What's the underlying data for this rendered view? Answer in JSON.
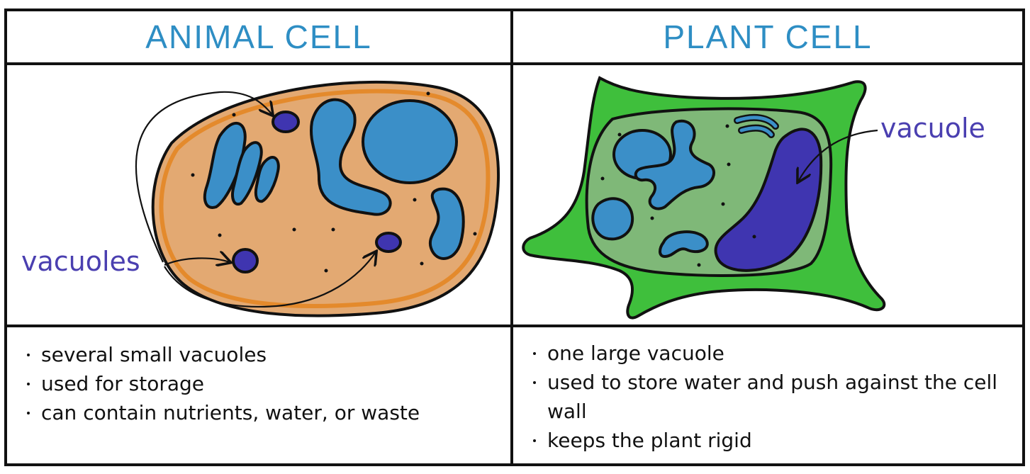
{
  "animal": {
    "title": "ANIMAL CELL",
    "label": "vacuoles",
    "points": [
      "several small vacuoles",
      "used for storage",
      "can contain nutrients, water, or waste"
    ]
  },
  "plant": {
    "title": "PLANT CELL",
    "label": "vacuole",
    "points": [
      "one large vacuole",
      "used to store water and push against the cell wall",
      "keeps the plant rigid"
    ]
  },
  "colors": {
    "title": "#2e8ec4",
    "label": "#4a3fb0",
    "animal_cytoplasm": "#e3a972",
    "animal_membrane": "#e48a2c",
    "plant_wall": "#3fbf3c",
    "plant_cytoplasm": "#7fb878",
    "organelle": "#3b8fc8",
    "vacuole": "#3f35b0"
  }
}
